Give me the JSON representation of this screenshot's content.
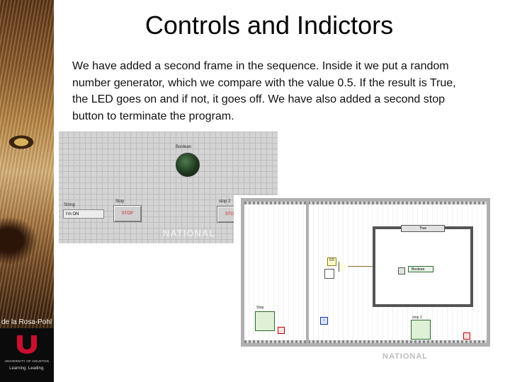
{
  "slide": {
    "title": "Controls and Indictors",
    "body": "We have added a second frame in the sequence. Inside it we put a random number generator, which we compare with the value 0.5. If the result is True, the LED goes on and if not, it goes off. We have also added a second stop button to terminate the program.",
    "author": "de la Rosa-Pohl",
    "logo_university": "UNIVERSITY OF HOUSTON",
    "logo_tagline": "Learning. Leading."
  },
  "front_panel": {
    "led_label": "Boolean",
    "string_label": "String",
    "string_value": "I'm ON",
    "stop_label": "Stop",
    "stop_button_text": "STOP",
    "stop2_label": "stop 2",
    "stop2_button_text": "STOP",
    "watermark": "NATIONAL"
  },
  "block_diagram": {
    "case_selector": "True",
    "constant_value": "0.5",
    "led_terminal": "Boolean",
    "stop_terminal_label": "Stop",
    "stop2_terminal_label": "stop 2",
    "watermark": "NATIONAL",
    "index_glyph": "i"
  },
  "colors": {
    "led_off": "#1f3b1f",
    "stop_text": "#cc2222"
  }
}
